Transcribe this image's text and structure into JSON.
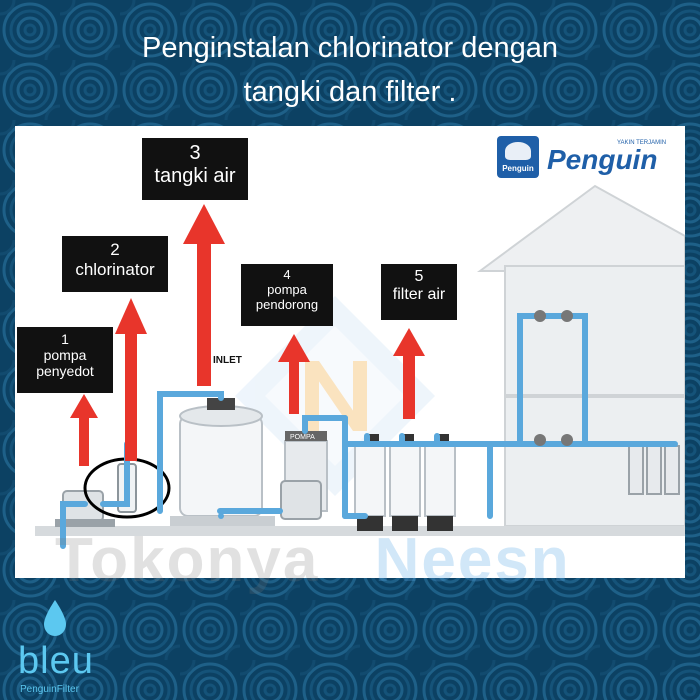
{
  "title": {
    "line1": "Penginstalan chlorinator dengan",
    "line2": "tangki dan filter ."
  },
  "labels": [
    {
      "id": "1",
      "number": "1",
      "text": "pompa penyedot"
    },
    {
      "id": "2",
      "number": "2",
      "text": "chlorinator"
    },
    {
      "id": "3",
      "number": "3",
      "text": "tangki air"
    },
    {
      "id": "4",
      "number": "4",
      "text": "pompa pendorong"
    },
    {
      "id": "5",
      "number": "5",
      "text": "filter air"
    }
  ],
  "brand": {
    "tagline": "YAKIN TERJAMIN",
    "name": "Penguin",
    "icon_caption": "Penguin"
  },
  "diagram_text": {
    "inlet": "INLET",
    "pompa_tag": "POMPA"
  },
  "watermark": {
    "part1": "Tokonya",
    "part2": "Neesn"
  },
  "bottom_logo": {
    "name": "bleu",
    "sub": "PenguinFilter"
  },
  "colors": {
    "background": "#0e4a6e",
    "arrow": "#e8352b",
    "pipe": "#5aa8dc",
    "label_box": "#111111",
    "brand": "#1f5fa8"
  }
}
